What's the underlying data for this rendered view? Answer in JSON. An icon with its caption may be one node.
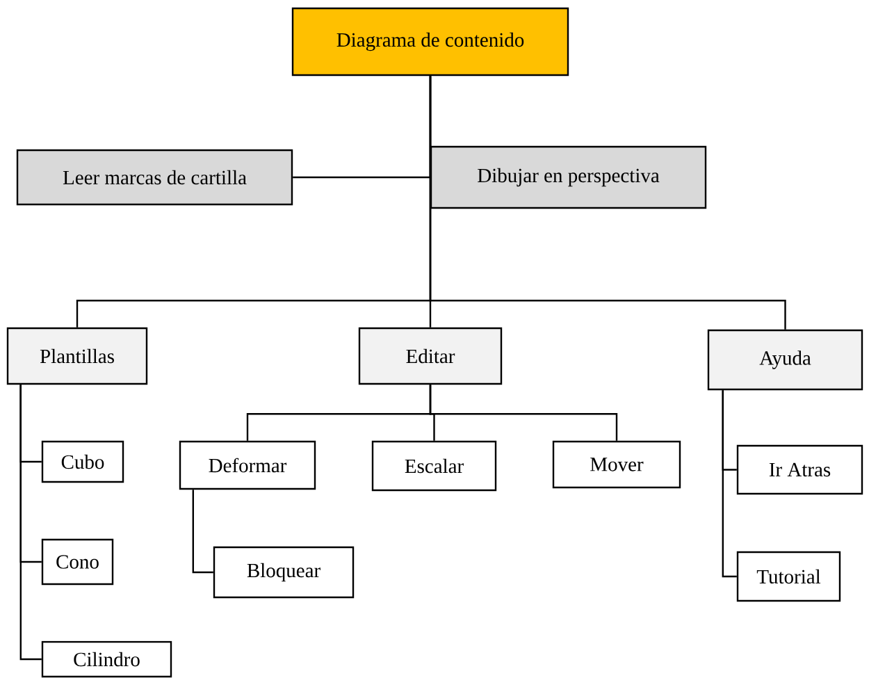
{
  "diagram": {
    "nodes": [
      {
        "text": [
          "Diagrama de contenido"
        ]
      },
      {
        "text": [
          "Leer marcas de cartilla"
        ]
      },
      {
        "text": [
          "Dibujar en perspectiva"
        ]
      },
      {
        "text": [
          "Plantillas"
        ]
      },
      {
        "text": [
          "Editar"
        ]
      },
      {
        "text": [
          "Ayuda"
        ]
      },
      {
        "text": [
          "Cubo"
        ]
      },
      {
        "text": [
          "Cono"
        ]
      },
      {
        "text": [
          "Cilindro"
        ]
      },
      {
        "text": [
          "Deformar"
        ]
      },
      {
        "text": [
          "Escalar"
        ]
      },
      {
        "text": [
          "Mover"
        ]
      },
      {
        "text": [
          "Bloquear"
        ]
      },
      {
        "text": [
          "Ir Atras"
        ]
      },
      {
        "text": [
          "Tutorial"
        ]
      }
    ],
    "edges": [
      {
        "from": 0,
        "to": 1,
        "arrow": "none"
      },
      {
        "from": 0,
        "to": 2,
        "arrow": "none"
      },
      {
        "from": 0,
        "to": 3,
        "arrow": "none"
      },
      {
        "from": 0,
        "to": 4,
        "arrow": "none"
      },
      {
        "from": 0,
        "to": 5,
        "arrow": "none"
      },
      {
        "from": 3,
        "to": 6,
        "arrow": "none"
      },
      {
        "from": 3,
        "to": 7,
        "arrow": "none"
      },
      {
        "from": 3,
        "to": 8,
        "arrow": "none"
      },
      {
        "from": 4,
        "to": 9,
        "arrow": "none"
      },
      {
        "from": 4,
        "to": 10,
        "arrow": "none"
      },
      {
        "from": 4,
        "to": 11,
        "arrow": "none"
      },
      {
        "from": 9,
        "to": 12,
        "arrow": "none"
      },
      {
        "from": 5,
        "to": 13,
        "arrow": "none"
      },
      {
        "from": 5,
        "to": 14,
        "arrow": "none"
      }
    ]
  }
}
